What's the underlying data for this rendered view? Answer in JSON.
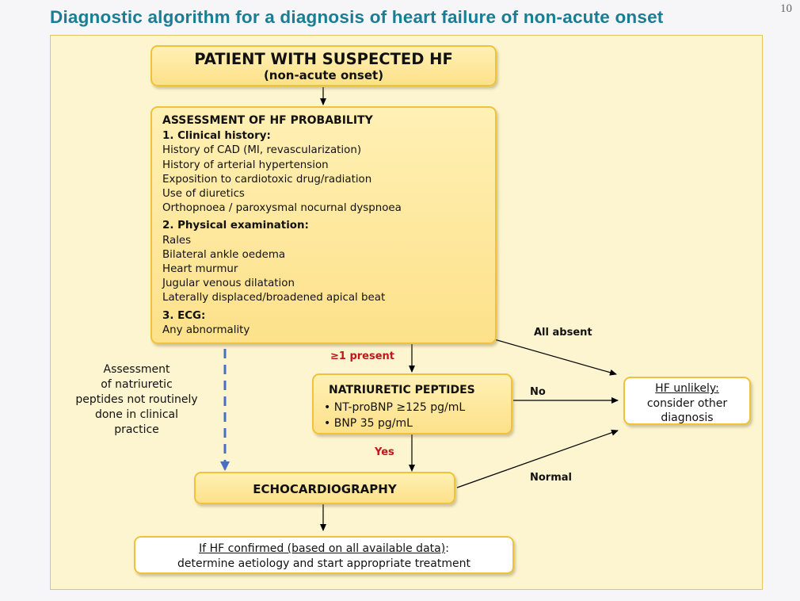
{
  "title": "Diagnostic algorithm for a diagnosis of heart failure of non-acute onset",
  "page_number": "10",
  "start_box": {
    "title": "PATIENT WITH SUSPECTED HF",
    "subtitle": "(non-acute onset)"
  },
  "assessment_box": {
    "heading": "ASSESSMENT OF HF PROBABILITY",
    "clinical_history": {
      "heading": "1. Clinical history:",
      "items": [
        "History of CAD (MI, revascularization)",
        "History of arterial hypertension",
        "Exposition to cardiotoxic drug/radiation",
        "Use of diuretics",
        "Orthopnoea / paroxysmal nocurnal dyspnoea"
      ]
    },
    "physical_exam": {
      "heading": "2. Physical examination:",
      "items": [
        "Rales",
        "Bilateral ankle oedema",
        "Heart murmur",
        "Jugular venous dilatation",
        "Laterally displaced/broadened apical beat"
      ]
    },
    "ecg": {
      "heading": "3. ECG:",
      "items": [
        "Any abnormality"
      ]
    }
  },
  "labels": {
    "all_absent": "All absent",
    "one_present": "≥1 present",
    "no": "No",
    "yes": "Yes",
    "normal": "Normal"
  },
  "side_note": [
    "Assessment",
    "of natriuretic",
    "peptides not routinely",
    "done in clinical",
    "practice"
  ],
  "peptides_box": {
    "heading": "NATRIURETIC PEPTIDES",
    "items": [
      "NT-proBNP ≥125 pg/mL",
      "BNP 35 pg/mL"
    ]
  },
  "unlikely_box": {
    "heading": "HF unlikely:",
    "line2": "consider other",
    "line3": "diagnosis"
  },
  "echo_box": {
    "label": "ECHOCARDIOGRAPHY"
  },
  "final_box": {
    "underlined": "If HF confirmed (based on all available data)",
    "colon": ":",
    "line2": "determine aetiology and start appropriate treatment"
  },
  "colors": {
    "title": "#1a7d94",
    "panel": "#fdf5cf",
    "box_border": "#f0c23a",
    "box_fill": "#fde18a",
    "red_label": "#c0171d",
    "dashed_arrow": "#4a6fc0"
  }
}
